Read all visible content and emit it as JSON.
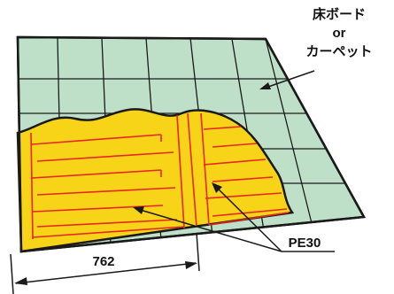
{
  "labels": {
    "finish_line1": "床ボード",
    "finish_line2": "or",
    "finish_line3": "カーペット",
    "heater_label": "PE30",
    "dimension": "762"
  },
  "colors": {
    "tile": "#bfe0c8",
    "heater": "#f7d417",
    "heater_line": "#e8261f",
    "outline": "#1a1a1a"
  },
  "icons": {
    "pointer": "arrowhead"
  }
}
